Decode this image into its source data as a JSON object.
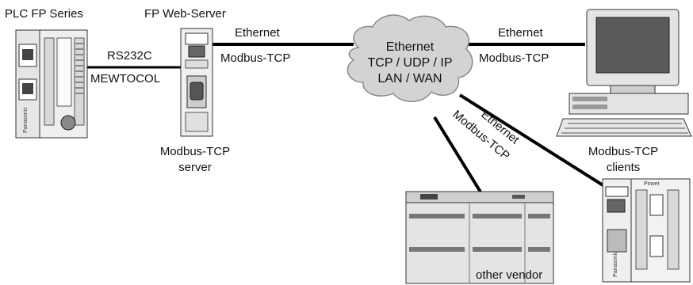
{
  "labels": {
    "plc": "PLC FP Series",
    "webserver": "FP Web-Server",
    "rs232c": "RS232C",
    "mewtocol": "MEWTOCOL",
    "eth_left": "Ethernet",
    "modbus_left": "Modbus-TCP",
    "cloud_line1": "Ethernet",
    "cloud_line2": "TCP / UDP / IP",
    "cloud_line3": "LAN / WAN",
    "eth_right": "Ethernet",
    "modbus_right": "Modbus-TCP",
    "server_line1": "Modbus-TCP",
    "server_line2": "server",
    "diag_eth": "Ethernet",
    "diag_modbus": "Modbus-TCP",
    "clients_line1": "Modbus-TCP",
    "clients_line2": "clients",
    "other_vendor": "other vendor"
  },
  "device_text": {
    "panasonic": "Panasonic",
    "power": "Power"
  }
}
